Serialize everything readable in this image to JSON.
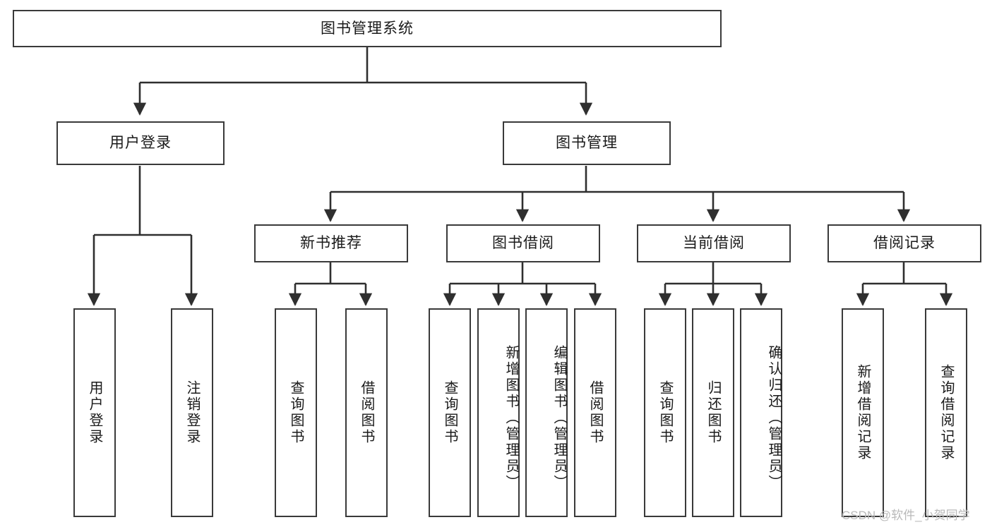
{
  "diagram": {
    "type": "tree-hierarchy-chart",
    "title": "图书管理系统",
    "root": {
      "id": "root",
      "label": "图书管理系统",
      "orientation": "horizontal"
    },
    "level2": [
      {
        "id": "user-login",
        "label": "用户登录",
        "orientation": "horizontal"
      },
      {
        "id": "book-manage",
        "label": "图书管理",
        "orientation": "horizontal"
      }
    ],
    "level3": [
      {
        "id": "new-book-recommend",
        "label": "新书推荐",
        "parent": "book-manage",
        "orientation": "horizontal"
      },
      {
        "id": "book-borrow",
        "label": "图书借阅",
        "parent": "book-manage",
        "orientation": "horizontal"
      },
      {
        "id": "current-borrow",
        "label": "当前借阅",
        "parent": "book-manage",
        "orientation": "horizontal"
      },
      {
        "id": "borrow-record",
        "label": "借阅记录",
        "parent": "book-manage",
        "orientation": "horizontal"
      }
    ],
    "leaves": [
      {
        "id": "leaf-user-login",
        "label": "用户登录",
        "parent": "user-login",
        "orientation": "vertical"
      },
      {
        "id": "leaf-logout-login",
        "label": "注销登录",
        "parent": "user-login",
        "orientation": "vertical"
      },
      {
        "id": "leaf-query-book-1",
        "label": "查询图书",
        "parent": "new-book-recommend",
        "orientation": "vertical"
      },
      {
        "id": "leaf-borrow-book-1",
        "label": "借阅图书",
        "parent": "new-book-recommend",
        "orientation": "vertical"
      },
      {
        "id": "leaf-query-book-2",
        "label": "查询图书",
        "parent": "book-borrow",
        "orientation": "vertical"
      },
      {
        "id": "leaf-add-book-admin",
        "label": "新增图书（管理员）",
        "parent": "book-borrow",
        "orientation": "vertical"
      },
      {
        "id": "leaf-edit-book-admin",
        "label": "编辑图书（管理员）",
        "parent": "book-borrow",
        "orientation": "vertical"
      },
      {
        "id": "leaf-borrow-book-2",
        "label": "借阅图书",
        "parent": "book-borrow",
        "orientation": "vertical"
      },
      {
        "id": "leaf-query-book-3",
        "label": "查询图书",
        "parent": "current-borrow",
        "orientation": "vertical"
      },
      {
        "id": "leaf-return-book",
        "label": "归还图书",
        "parent": "current-borrow",
        "orientation": "vertical"
      },
      {
        "id": "leaf-confirm-return-admin",
        "label": "确认归还（管理员）",
        "parent": "current-borrow",
        "orientation": "vertical"
      },
      {
        "id": "leaf-add-borrow-record",
        "label": "新增借阅记录",
        "parent": "borrow-record",
        "orientation": "vertical"
      },
      {
        "id": "leaf-query-borrow-record",
        "label": "查询借阅记录",
        "parent": "borrow-record",
        "orientation": "vertical"
      }
    ],
    "colors": {
      "box_border": "#3a3a3a",
      "connector": "#2f2f2f",
      "background": "#ffffff",
      "text": "#1a1a1a",
      "watermark": "#b9b9b9"
    }
  },
  "watermark": {
    "text": "CSDN @软件_小贺同学"
  }
}
